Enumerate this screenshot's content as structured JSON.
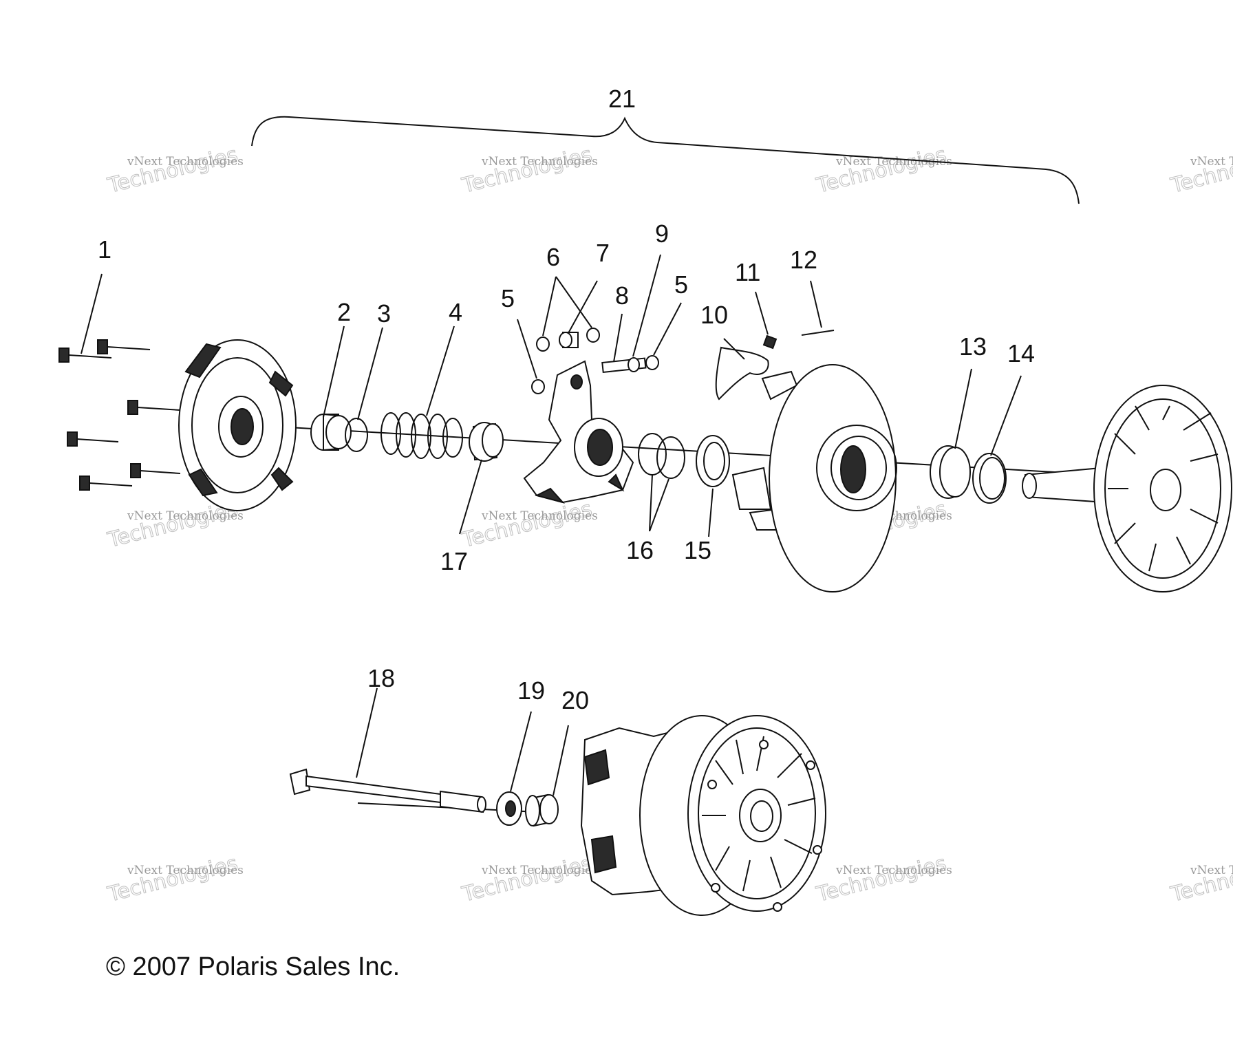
{
  "callouts": [
    {
      "id": "1",
      "label": "1"
    },
    {
      "id": "2",
      "label": "2"
    },
    {
      "id": "3",
      "label": "3"
    },
    {
      "id": "4",
      "label": "4"
    },
    {
      "id": "5a",
      "label": "5"
    },
    {
      "id": "6",
      "label": "6"
    },
    {
      "id": "7",
      "label": "7"
    },
    {
      "id": "8",
      "label": "8"
    },
    {
      "id": "9",
      "label": "9"
    },
    {
      "id": "5b",
      "label": "5"
    },
    {
      "id": "10",
      "label": "10"
    },
    {
      "id": "11",
      "label": "11"
    },
    {
      "id": "12",
      "label": "12"
    },
    {
      "id": "13",
      "label": "13"
    },
    {
      "id": "14",
      "label": "14"
    },
    {
      "id": "15",
      "label": "15"
    },
    {
      "id": "16",
      "label": "16"
    },
    {
      "id": "17",
      "label": "17"
    },
    {
      "id": "18",
      "label": "18"
    },
    {
      "id": "19",
      "label": "19"
    },
    {
      "id": "20",
      "label": "20"
    },
    {
      "id": "21",
      "label": "21"
    }
  ],
  "watermark": {
    "line1": "vNext Technologies",
    "line2": "Technologies"
  },
  "copyright": "© 2007 Polaris Sales Inc."
}
